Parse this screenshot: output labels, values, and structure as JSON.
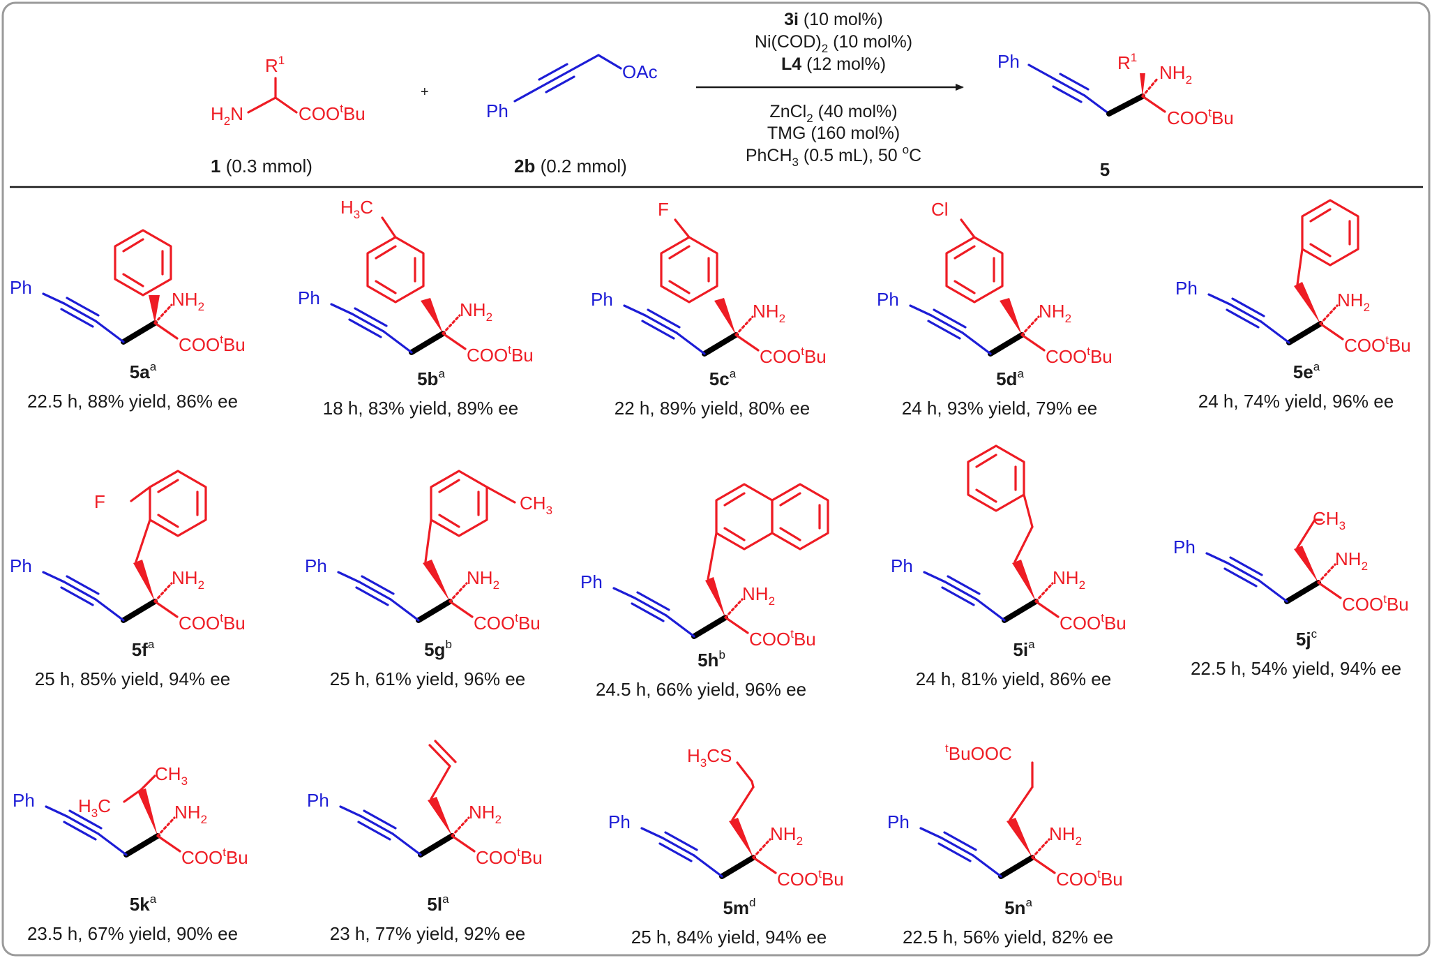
{
  "scheme": {
    "reactant1": {
      "r_group": "R",
      "r_sup": "1",
      "amine": "H",
      "amine_sub": "2",
      "amine_tail": "N",
      "ester": "COO",
      "ester_sup": "t",
      "ester_tail": "Bu",
      "id": "1",
      "amount": " (0.3 mmol)"
    },
    "plus": "+",
    "reactant2": {
      "phenyl": "Ph",
      "leaving": "OAc",
      "id": "2b",
      "amount": " (0.2 mmol)"
    },
    "conditions": {
      "cat_id": "3i",
      "cat_load": " (10 mol%)",
      "ni": "Ni(COD)",
      "ni_sub": "2",
      "ni_load": " (10 mol%)",
      "lig_id": "L4",
      "lig_load": " (12 mol%)",
      "zn": "ZnCl",
      "zn_sub": "2",
      "zn_load": " (40 mol%)",
      "base": "TMG (160 mol%)",
      "solv": "PhCH",
      "solv_sub": "3",
      "solv_tail": " (0.5 mL), 50 ",
      "deg": "o",
      "cel": "C"
    },
    "product": {
      "phenyl": "Ph",
      "r_group": "R",
      "r_sup": "1",
      "amine": "NH",
      "amine_sub": "2",
      "ester": "COO",
      "ester_sup": "t",
      "ester_tail": "Bu",
      "id": "5"
    }
  },
  "common": {
    "phenyl": "Ph",
    "amine": "NH",
    "amine_sub": "2",
    "ester": "COO",
    "ester_sup": "t",
    "ester_tail": "Bu"
  },
  "substituents": {
    "methyl_b": "H",
    "methyl_b_sub": "3",
    "methyl_b_tail": "C",
    "fluoro": "F",
    "chloro": "Cl",
    "fluoro_f": "F",
    "methyl_g": "CH",
    "methyl_g_sub": "3",
    "methyl_j": "CH",
    "methyl_j_sub": "3",
    "k_me1": "CH",
    "k_me1_sub": "3",
    "k_me2": "H",
    "k_me2_sub": "3",
    "k_me2_tail": "C",
    "m_sme": "H",
    "m_sme_sub": "3",
    "m_sme_tail": "CS",
    "n_ester_sup": "t",
    "n_ester": "BuOOC"
  },
  "products": [
    {
      "id": "5a",
      "note": "a",
      "result": "22.5 h, 88% yield, 86% ee"
    },
    {
      "id": "5b",
      "note": "a",
      "result": "18 h, 83% yield, 89% ee"
    },
    {
      "id": "5c",
      "note": "a",
      "result": "22 h, 89% yield, 80% ee"
    },
    {
      "id": "5d",
      "note": "a",
      "result": "24 h, 93% yield, 79% ee"
    },
    {
      "id": "5e",
      "note": "a",
      "result": "24 h, 74% yield, 96% ee"
    },
    {
      "id": "5f",
      "note": "a",
      "result": "25 h, 85% yield, 94% ee"
    },
    {
      "id": "5g",
      "note": "b",
      "result": "25 h, 61% yield, 96% ee"
    },
    {
      "id": "5h",
      "note": "b",
      "result": "24.5 h, 66% yield, 96% ee"
    },
    {
      "id": "5i",
      "note": "a",
      "result": "24 h, 81% yield, 86% ee"
    },
    {
      "id": "5j",
      "note": "c",
      "result": "22.5 h, 54% yield, 94% ee"
    },
    {
      "id": "5k",
      "note": "a",
      "result": "23.5 h, 67% yield, 90% ee"
    },
    {
      "id": "5l",
      "note": "a",
      "result": "23 h, 77% yield, 92% ee"
    },
    {
      "id": "5m",
      "note": "d",
      "result": "25 h, 84% yield, 94% ee"
    },
    {
      "id": "5n",
      "note": "a",
      "result": "22.5 h, 56% yield, 82% ee"
    }
  ],
  "colors": {
    "substrate": "#ee1c24",
    "alkyne": "#1d1dd6",
    "frame": "#9a9a9a"
  }
}
